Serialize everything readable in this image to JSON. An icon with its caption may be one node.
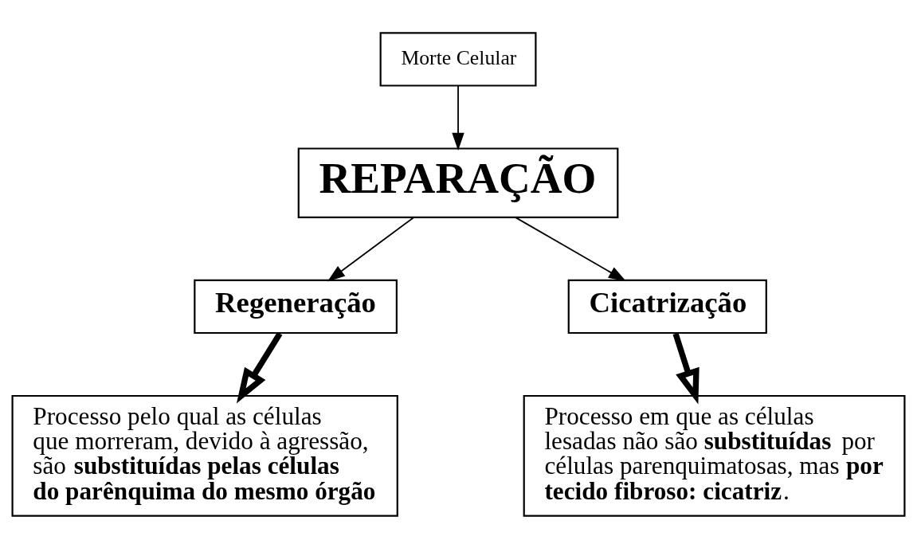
{
  "diagram": {
    "nodes": [
      {
        "text": [
          "Morte Celular"
        ]
      },
      {
        "text": [
          "REPARAÇÃO"
        ]
      },
      {
        "text": [
          "Regeneração"
        ]
      },
      {
        "text": [
          "Cicatrização"
        ]
      },
      {
        "text": [
          "Processo pelo qual as células que morreram, devido à agressão, são **substituídas pelas células do parênquima do mesmo órgão**"
        ]
      },
      {
        "text": [
          "Processo em que as células lesadas não são **substituídas** por células parenquimatosas, mas **por tecido fibroso: cicatriz**."
        ]
      }
    ],
    "edges": [
      {
        "from": 0,
        "to": 1,
        "arrow": "to"
      },
      {
        "from": 1,
        "to": 2,
        "arrow": "to"
      },
      {
        "from": 1,
        "to": 3,
        "arrow": "to"
      },
      {
        "from": 2,
        "to": 4,
        "arrow": "to",
        "style": "thick"
      },
      {
        "from": 3,
        "to": 5,
        "arrow": "to",
        "style": "thick"
      }
    ]
  }
}
